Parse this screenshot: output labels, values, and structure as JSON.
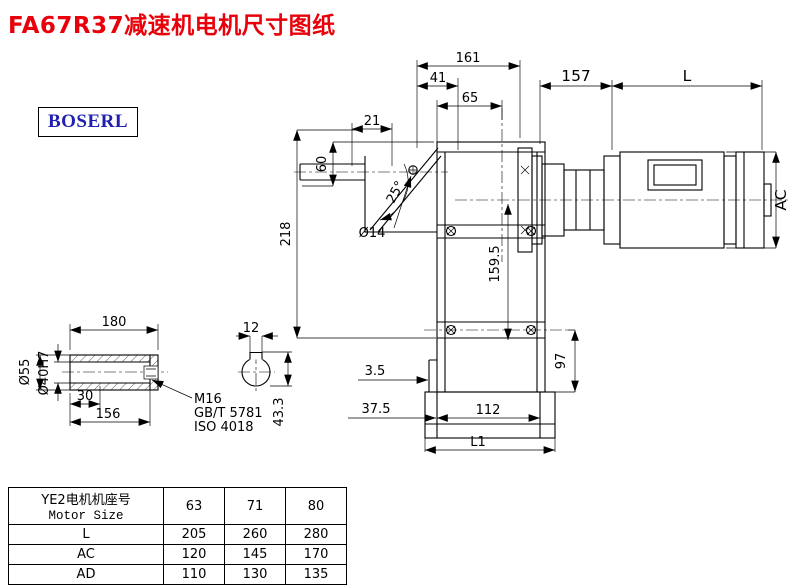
{
  "title": "FA67R37减速机电机尺寸图纸",
  "logo": "BOSERL",
  "dims": {
    "len161": "161",
    "len41": "41",
    "len65": "65",
    "len21": "21",
    "len60": "60",
    "len218": "218",
    "hole": "Ø14",
    "angle": "25°",
    "len157": "157",
    "lenL": "L",
    "lenAC": "AC",
    "len159_5": "159.5",
    "len97": "97",
    "len3_5": "3.5",
    "len37_5": "37.5",
    "len112": "112",
    "lenL1": "L1",
    "len180": "180",
    "len12": "12",
    "dia55": "Ø55",
    "dia40": "Ø40H7",
    "len30": "30",
    "len156": "156",
    "noteM16": "M16",
    "noteGBT": "GB/T 5781",
    "noteISO": "ISO 4018",
    "len43_3": "43.3"
  },
  "table": {
    "header_cn": "YE2电机机座号",
    "header_en": "Motor Size",
    "sizes": [
      "63",
      "71",
      "80"
    ],
    "rows": [
      {
        "label": "L",
        "values": [
          "205",
          "260",
          "280"
        ]
      },
      {
        "label": "AC",
        "values": [
          "120",
          "145",
          "170"
        ]
      },
      {
        "label": "AD",
        "values": [
          "110",
          "130",
          "135"
        ]
      }
    ]
  }
}
